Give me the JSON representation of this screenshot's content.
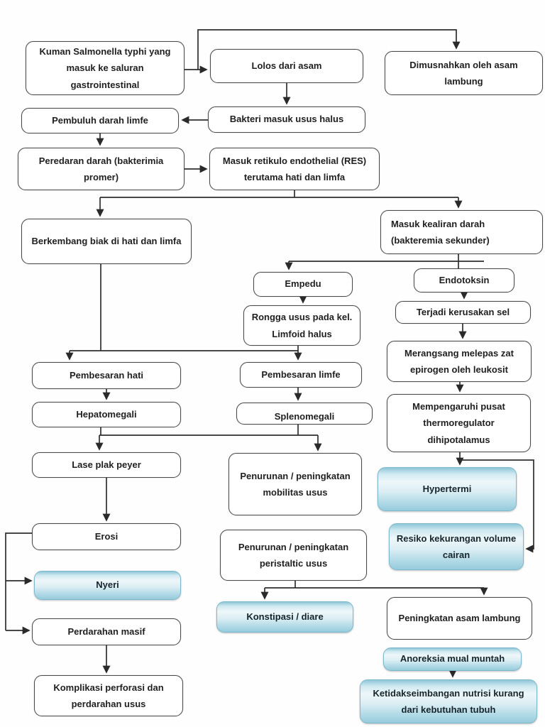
{
  "diagram": {
    "type": "flowchart",
    "colors": {
      "line": "#2e2e2e",
      "box_border": "#4a4a4a",
      "box_background": "#ffffff",
      "highlight_fill_top": "#cfe9f1",
      "highlight_fill_bottom": "#96cbdc",
      "text": "#1f1f1f"
    },
    "nodes": {
      "kuman": {
        "label": "Kuman Salmonella typhi yang masuk ke saluran gastrointestinal",
        "style": "plain"
      },
      "lolos": {
        "label": "Lolos dari asam",
        "style": "plain"
      },
      "dimusnahkan": {
        "label": "Dimusnahkan oleh asam lambung",
        "style": "plain"
      },
      "pembuluh": {
        "label": "Pembuluh darah limfe",
        "style": "plain"
      },
      "bakteri": {
        "label": "Bakteri masuk usus halus",
        "style": "plain"
      },
      "peredaran": {
        "label": "Peredaran darah (bakterimia promer)",
        "style": "plain"
      },
      "res": {
        "label": "Masuk retikulo endothelial (RES) terutama hati dan limfa",
        "style": "plain"
      },
      "berkembang": {
        "label": "Berkembang biak di hati dan limfa",
        "style": "plain"
      },
      "kealiran": {
        "label": "Masuk kealiran darah (bakteremia sekunder)",
        "style": "plain"
      },
      "empedu": {
        "label": "Empedu",
        "style": "plain"
      },
      "endotoksin": {
        "label": "Endotoksin",
        "style": "plain"
      },
      "rongga": {
        "label": "Rongga usus pada kel. Limfoid halus",
        "style": "plain"
      },
      "kerusakan": {
        "label": "Terjadi kerusakan sel",
        "style": "plain"
      },
      "merangsang": {
        "label": "Merangsang melepas zat epirogen oleh leukosit",
        "style": "plain"
      },
      "pembesaran_hati": {
        "label": "Pembesaran hati",
        "style": "plain"
      },
      "pembesaran_limfe": {
        "label": "Pembesaran limfe",
        "style": "plain"
      },
      "mempengaruhi": {
        "label": "Mempengaruhi pusat thermoregulator dihipotalamus",
        "style": "plain"
      },
      "hepatomegali": {
        "label": "Hepatomegali",
        "style": "plain"
      },
      "splenomegali": {
        "label": "Splenomegali",
        "style": "plain"
      },
      "lase": {
        "label": "Lase plak peyer",
        "style": "plain"
      },
      "mobilitas": {
        "label": "Penurunan / peningkatan mobilitas usus",
        "style": "plain"
      },
      "hypertermi": {
        "label": "Hypertermi",
        "style": "highlight"
      },
      "erosi": {
        "label": "Erosi",
        "style": "plain"
      },
      "peristaltik": {
        "label": "Penurunan / peningkatan peristaltic usus",
        "style": "plain"
      },
      "resiko": {
        "label": "Resiko kekurangan volume cairan",
        "style": "highlight"
      },
      "nyeri": {
        "label": "Nyeri",
        "style": "highlight"
      },
      "konstipasi": {
        "label": "Konstipasi / diare",
        "style": "highlight"
      },
      "peningkatan": {
        "label": "Peningkatan asam lambung",
        "style": "plain"
      },
      "perdarahan": {
        "label": "Perdarahan masif",
        "style": "plain"
      },
      "anoreksia": {
        "label": "Anoreksia mual muntah",
        "style": "highlight"
      },
      "komplikasi": {
        "label": "Komplikasi perforasi dan perdarahan usus",
        "style": "plain"
      },
      "ketidakseimbangan": {
        "label": "Ketidakseimbangan nutrisi kurang dari kebutuhan tubuh",
        "style": "highlight"
      }
    },
    "edges": [
      {
        "from": "kuman",
        "to": "lolos"
      },
      {
        "from": "kuman",
        "to": "dimusnahkan"
      },
      {
        "from": "lolos",
        "to": "bakteri"
      },
      {
        "from": "bakteri",
        "to": "pembuluh"
      },
      {
        "from": "pembuluh",
        "to": "peredaran"
      },
      {
        "from": "peredaran",
        "to": "res"
      },
      {
        "from": "res",
        "to": "berkembang"
      },
      {
        "from": "res",
        "to": "kealiran"
      },
      {
        "from": "kealiran",
        "to": "empedu"
      },
      {
        "from": "kealiran",
        "to": "endotoksin"
      },
      {
        "from": "empedu",
        "to": "rongga"
      },
      {
        "from": "rongga",
        "to": "pembesaran_limfe"
      },
      {
        "from": "berkembang",
        "to": "pembesaran_hati"
      },
      {
        "from": "berkembang",
        "to": "pembesaran_limfe"
      },
      {
        "from": "pembesaran_hati",
        "to": "hepatomegali"
      },
      {
        "from": "pembesaran_limfe",
        "to": "splenomegali"
      },
      {
        "from": "hepatomegali",
        "to": "lase"
      },
      {
        "from": "splenomegali",
        "to": "mobilitas"
      },
      {
        "from": "endotoksin",
        "to": "kerusakan"
      },
      {
        "from": "kerusakan",
        "to": "merangsang"
      },
      {
        "from": "merangsang",
        "to": "mempengaruhi"
      },
      {
        "from": "mempengaruhi",
        "to": "hypertermi"
      },
      {
        "from": "mempengaruhi",
        "to": "resiko"
      },
      {
        "from": "lase",
        "to": "erosi"
      },
      {
        "from": "erosi",
        "to": "nyeri"
      },
      {
        "from": "erosi",
        "to": "perdarahan"
      },
      {
        "from": "perdarahan",
        "to": "komplikasi"
      },
      {
        "from": "peristaltik",
        "to": "konstipasi"
      },
      {
        "from": "peristaltik",
        "to": "peningkatan"
      },
      {
        "from": "anoreksia",
        "to": "ketidakseimbangan"
      }
    ]
  }
}
